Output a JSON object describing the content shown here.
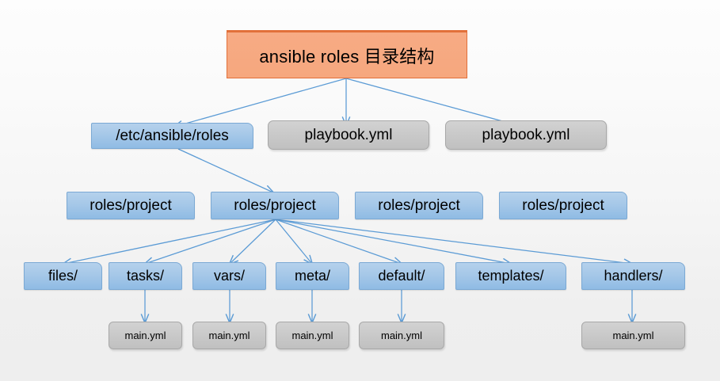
{
  "diagram": {
    "title": "ansible roles 目录结构",
    "type": "tree",
    "colors": {
      "title_fill": "#f6a77e",
      "title_border": "#e2703a",
      "blue_fill": "#a6c8e8",
      "blue_border": "#7ba9d4",
      "gray_fill": "#c9c9c9",
      "gray_border": "#a8a8a8",
      "arrow": "#5b9bd5",
      "background": "#f2f2f2"
    },
    "rows": {
      "root": {
        "label": "ansible roles 目录结构"
      },
      "level1": [
        {
          "label": "/etc/ansible/roles",
          "style": "blue"
        },
        {
          "label": "playbook.yml",
          "style": "gray"
        },
        {
          "label": "playbook.yml",
          "style": "gray"
        }
      ],
      "level2": [
        {
          "label": "roles/project",
          "style": "blue"
        },
        {
          "label": "roles/project",
          "style": "blue"
        },
        {
          "label": "roles/project",
          "style": "blue"
        },
        {
          "label": "roles/project",
          "style": "blue"
        }
      ],
      "level3": [
        {
          "label": "files/",
          "style": "blue"
        },
        {
          "label": "tasks/",
          "style": "blue"
        },
        {
          "label": "vars/",
          "style": "blue"
        },
        {
          "label": "meta/",
          "style": "blue"
        },
        {
          "label": "default/",
          "style": "blue"
        },
        {
          "label": "templates/",
          "style": "blue"
        },
        {
          "label": "handlers/",
          "style": "blue"
        }
      ],
      "level4": [
        {
          "label": "main.yml",
          "style": "gray",
          "parent": "tasks/"
        },
        {
          "label": "main.yml",
          "style": "gray",
          "parent": "vars/"
        },
        {
          "label": "main.yml",
          "style": "gray",
          "parent": "meta/"
        },
        {
          "label": "main.yml",
          "style": "gray",
          "parent": "default/"
        },
        {
          "label": "main.yml",
          "style": "gray",
          "parent": "handlers/"
        }
      ]
    }
  }
}
